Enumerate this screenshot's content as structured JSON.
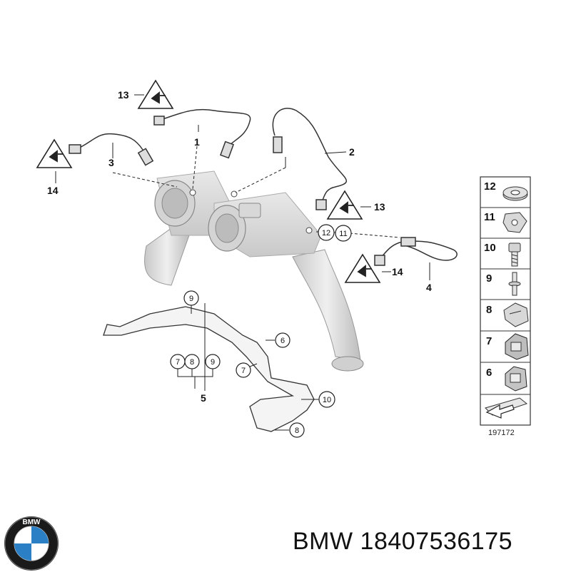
{
  "diagram": {
    "callouts": {
      "c1": "1",
      "c2": "2",
      "c3": "3",
      "c4": "4",
      "c5": "5",
      "c13a": "13",
      "c13b": "13",
      "c14a": "14",
      "c14b": "14"
    },
    "circle_labels": {
      "p9_top": "9",
      "p6": "6",
      "p7": "7",
      "p10": "10",
      "p8": "8",
      "p12": "12",
      "p11": "11",
      "group_7": "7",
      "group_8": "8",
      "group_9": "9"
    },
    "legend": [
      {
        "num": "12",
        "icon": "grommet-icon"
      },
      {
        "num": "11",
        "icon": "clip-nut-icon"
      },
      {
        "num": "10",
        "icon": "bolt-icon"
      },
      {
        "num": "9",
        "icon": "stud-icon"
      },
      {
        "num": "8",
        "icon": "spring-clip-icon"
      },
      {
        "num": "7",
        "icon": "cable-clip-icon"
      },
      {
        "num": "6",
        "icon": "holder-clip-icon"
      },
      {
        "num": "",
        "icon": "arrow-plate-icon"
      }
    ],
    "reference_number": "197172"
  },
  "footer": {
    "brand_text": "BMW 18407536175",
    "logo_letters": "BMW"
  },
  "colors": {
    "line": "#222222",
    "part_fill": "#dedede",
    "part_shade": "#c4c4c4",
    "bmw_blue": "#2b7fc4"
  }
}
